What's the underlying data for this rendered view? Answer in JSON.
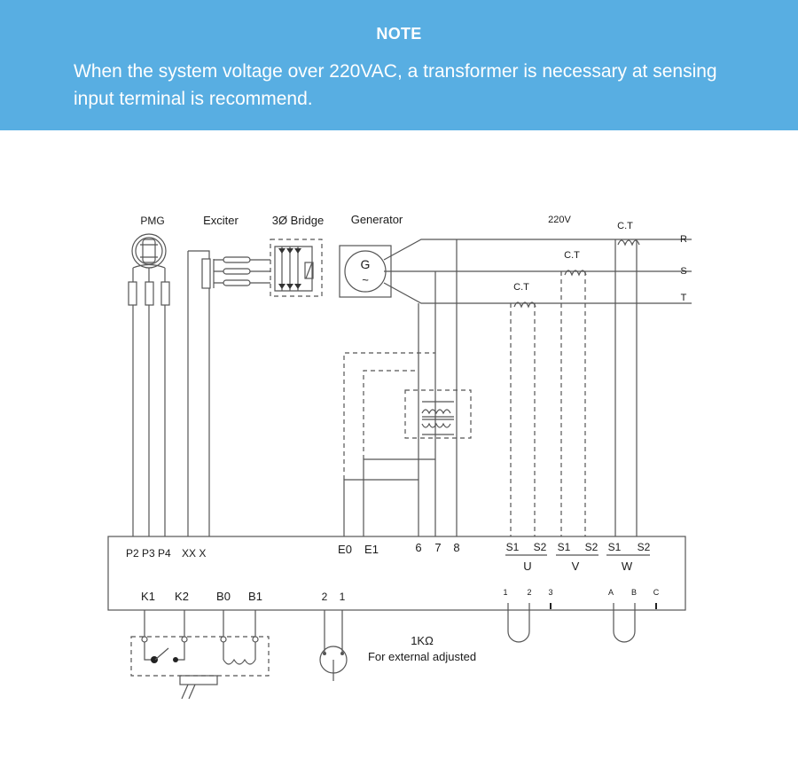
{
  "note": {
    "title": "NOTE",
    "text": "When the system voltage over 220VAC, a transformer is necessary at sensing input terminal is recommend."
  },
  "diagram": {
    "labels": {
      "pmg": "PMG",
      "exciter": "Exciter",
      "bridge": "3Ø Bridge",
      "generator": "Generator",
      "gen_symbol": "G",
      "gen_tilde": "~",
      "voltage": "220V",
      "ct_r": "C.T",
      "ct_s": "C.T",
      "ct_t": "C.T",
      "phase_r": "R",
      "phase_s": "S",
      "phase_t": "T"
    },
    "terminals_top": {
      "p2p3p4": "P2 P3 P4",
      "xx_x": "XX X",
      "e0": "E0",
      "e1": "E1",
      "t6": "6",
      "t7": "7",
      "t8": "8",
      "u_s1": "S1",
      "u_s2": "S2",
      "v_s1": "S1",
      "v_s2": "S2",
      "w_s1": "S1",
      "w_s2": "S2",
      "u": "U",
      "v": "V",
      "w": "W"
    },
    "terminals_bottom": {
      "k1": "K1",
      "k2": "K2",
      "b0": "B0",
      "b1": "B1",
      "t2": "2",
      "t1": "1",
      "n1": "1",
      "n2": "2",
      "n3": "3",
      "a": "A",
      "b": "B",
      "c": "C"
    },
    "pot": {
      "value": "1KΩ",
      "note": "For external adjusted"
    }
  }
}
